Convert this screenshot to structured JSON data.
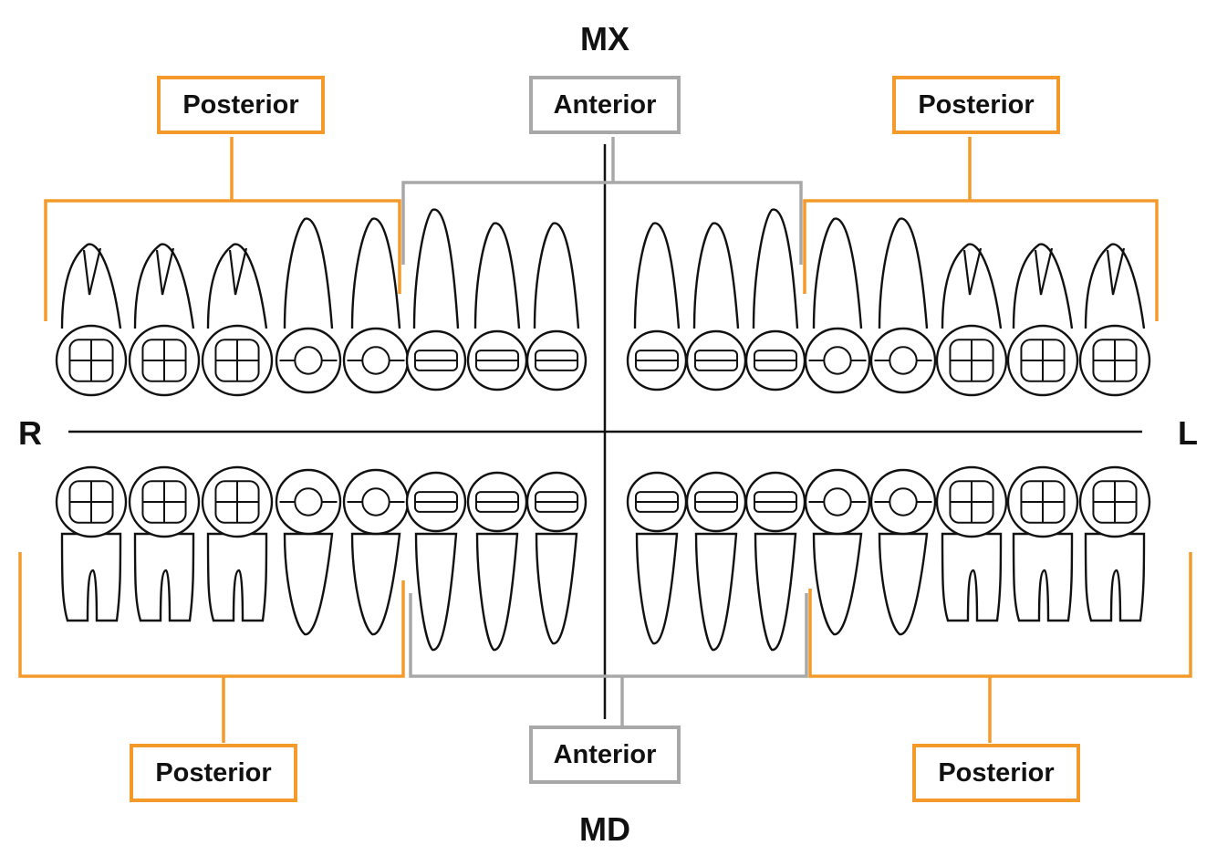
{
  "labels": {
    "maxillary": "MX",
    "mandibular": "MD",
    "right": "R",
    "left": "L"
  },
  "groups": {
    "upper_right": "Posterior",
    "upper_center": "Anterior",
    "upper_left": "Posterior",
    "lower_right": "Posterior",
    "lower_center": "Anterior",
    "lower_left": "Posterior"
  },
  "colors": {
    "posterior": "#f39a2b",
    "anterior": "#a8a8a8",
    "line": "#111111"
  },
  "teeth": {
    "upper": [
      {
        "type": "molar-3"
      },
      {
        "type": "molar-3"
      },
      {
        "type": "molar-3"
      },
      {
        "type": "premolar"
      },
      {
        "type": "premolar"
      },
      {
        "type": "anterior"
      },
      {
        "type": "anterior"
      },
      {
        "type": "anterior"
      },
      {
        "type": "anterior"
      },
      {
        "type": "anterior"
      },
      {
        "type": "anterior"
      },
      {
        "type": "premolar"
      },
      {
        "type": "premolar"
      },
      {
        "type": "molar-3"
      },
      {
        "type": "molar-3"
      },
      {
        "type": "molar-3"
      }
    ],
    "lower": [
      {
        "type": "molar-2"
      },
      {
        "type": "molar-2"
      },
      {
        "type": "molar-2"
      },
      {
        "type": "premolar"
      },
      {
        "type": "premolar"
      },
      {
        "type": "anterior"
      },
      {
        "type": "anterior"
      },
      {
        "type": "anterior"
      },
      {
        "type": "anterior"
      },
      {
        "type": "anterior"
      },
      {
        "type": "anterior"
      },
      {
        "type": "premolar"
      },
      {
        "type": "premolar"
      },
      {
        "type": "molar-2"
      },
      {
        "type": "molar-2"
      },
      {
        "type": "molar-2"
      }
    ]
  }
}
